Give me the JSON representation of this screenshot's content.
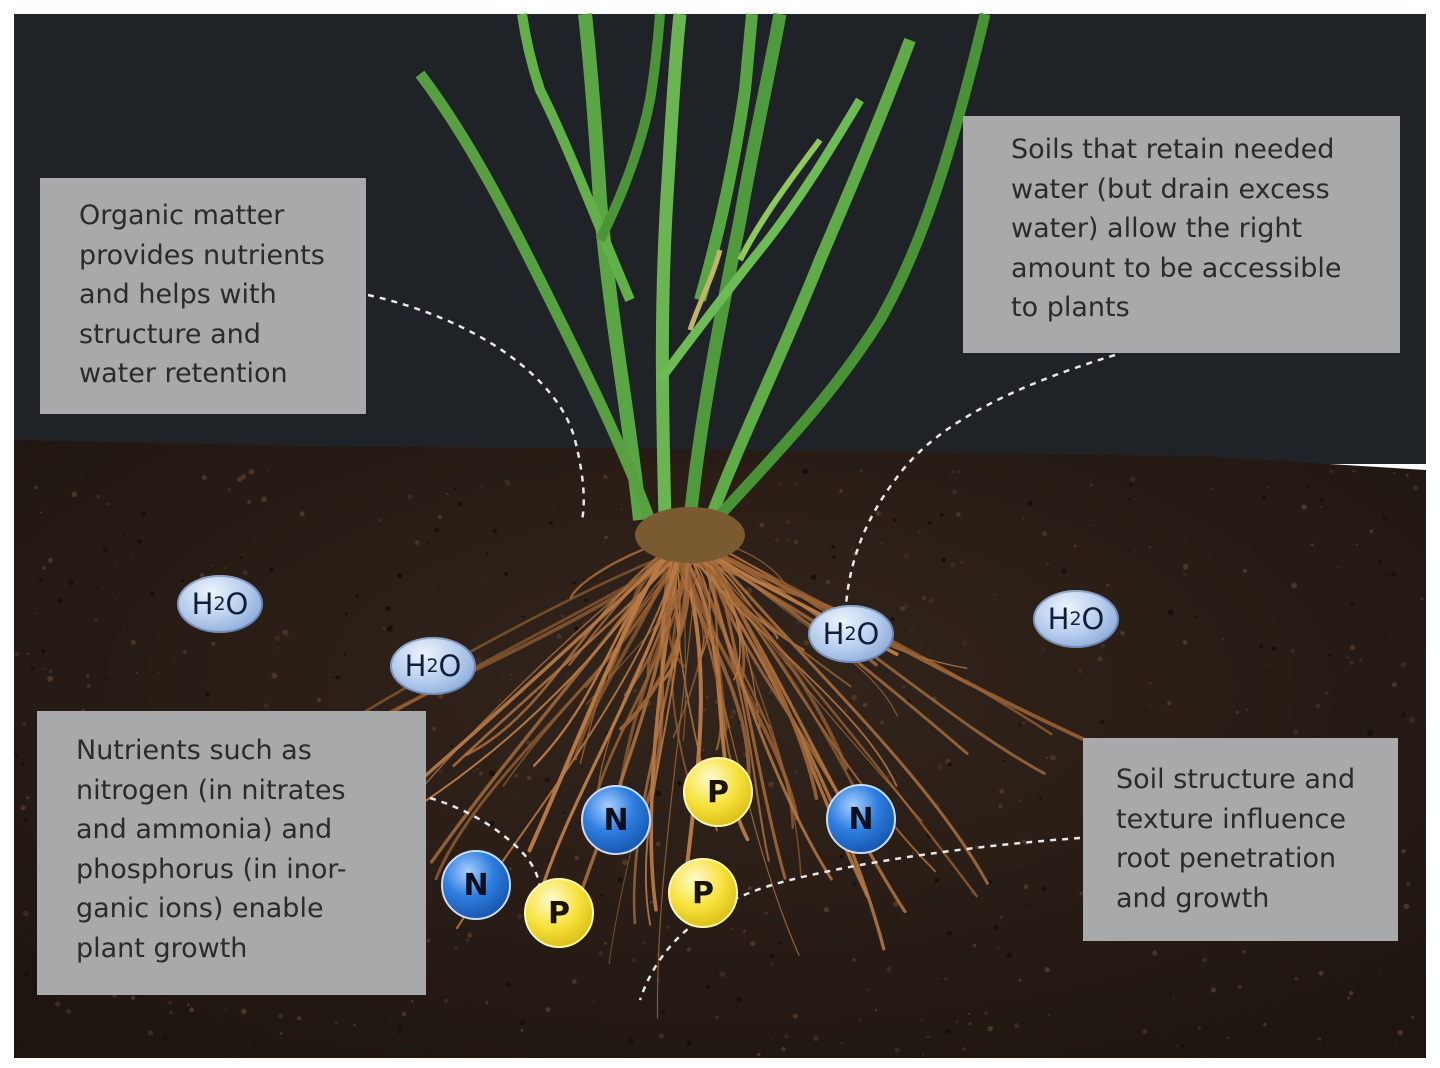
{
  "callouts": {
    "organic_matter": [
      "Organic matter",
      "provides nutrients",
      "and helps with",
      "structure and",
      "water retention"
    ],
    "water_retention": [
      "Soils that retain needed",
      "water (but drain excess",
      "water) allow the right",
      "amount to be accessible",
      "to plants"
    ],
    "nutrients": [
      "Nutrients such as",
      "nitrogen (in nitrates",
      "and ammonia) and",
      "phosphorus (in inor-",
      "ganic ions) enable",
      "plant growth"
    ],
    "soil_structure": [
      "Soil structure and",
      "texture influence",
      "root penetration",
      "and growth"
    ]
  },
  "ions": {
    "water_main": "H",
    "water_sub": "2",
    "water_tail": "O",
    "nitrogen": "N",
    "phosphorus": "P"
  },
  "colors": {
    "background_sky": "#1f2226",
    "soil": "#2a1d16",
    "callout_box": "#a8a9ab",
    "leaf": "#4f9a3c",
    "root": "#b87a45",
    "water_ion": "#9dbde8",
    "nitrogen_ion": "#1f6fd1",
    "phosphorus_ion": "#f3dc2f"
  }
}
